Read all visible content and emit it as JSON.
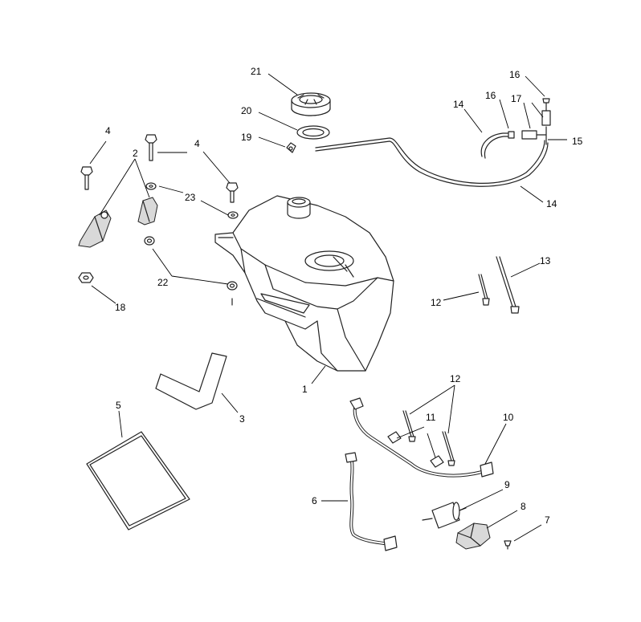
{
  "callouts": {
    "c21": "21",
    "c20": "20",
    "c19": "19",
    "c16a": "16",
    "c16b": "16",
    "c17": "17",
    "c14a": "14",
    "c14b": "14",
    "c15": "15",
    "c4a": "4",
    "c4b": "4",
    "c2": "2",
    "c23": "23",
    "c22": "22",
    "c18": "18",
    "c13": "13",
    "c12a": "12",
    "c12b": "12",
    "c1": "1",
    "c3": "3",
    "c5": "5",
    "c11": "11",
    "c10": "10",
    "c6": "6",
    "c9": "9",
    "c8": "8",
    "c7": "7"
  }
}
